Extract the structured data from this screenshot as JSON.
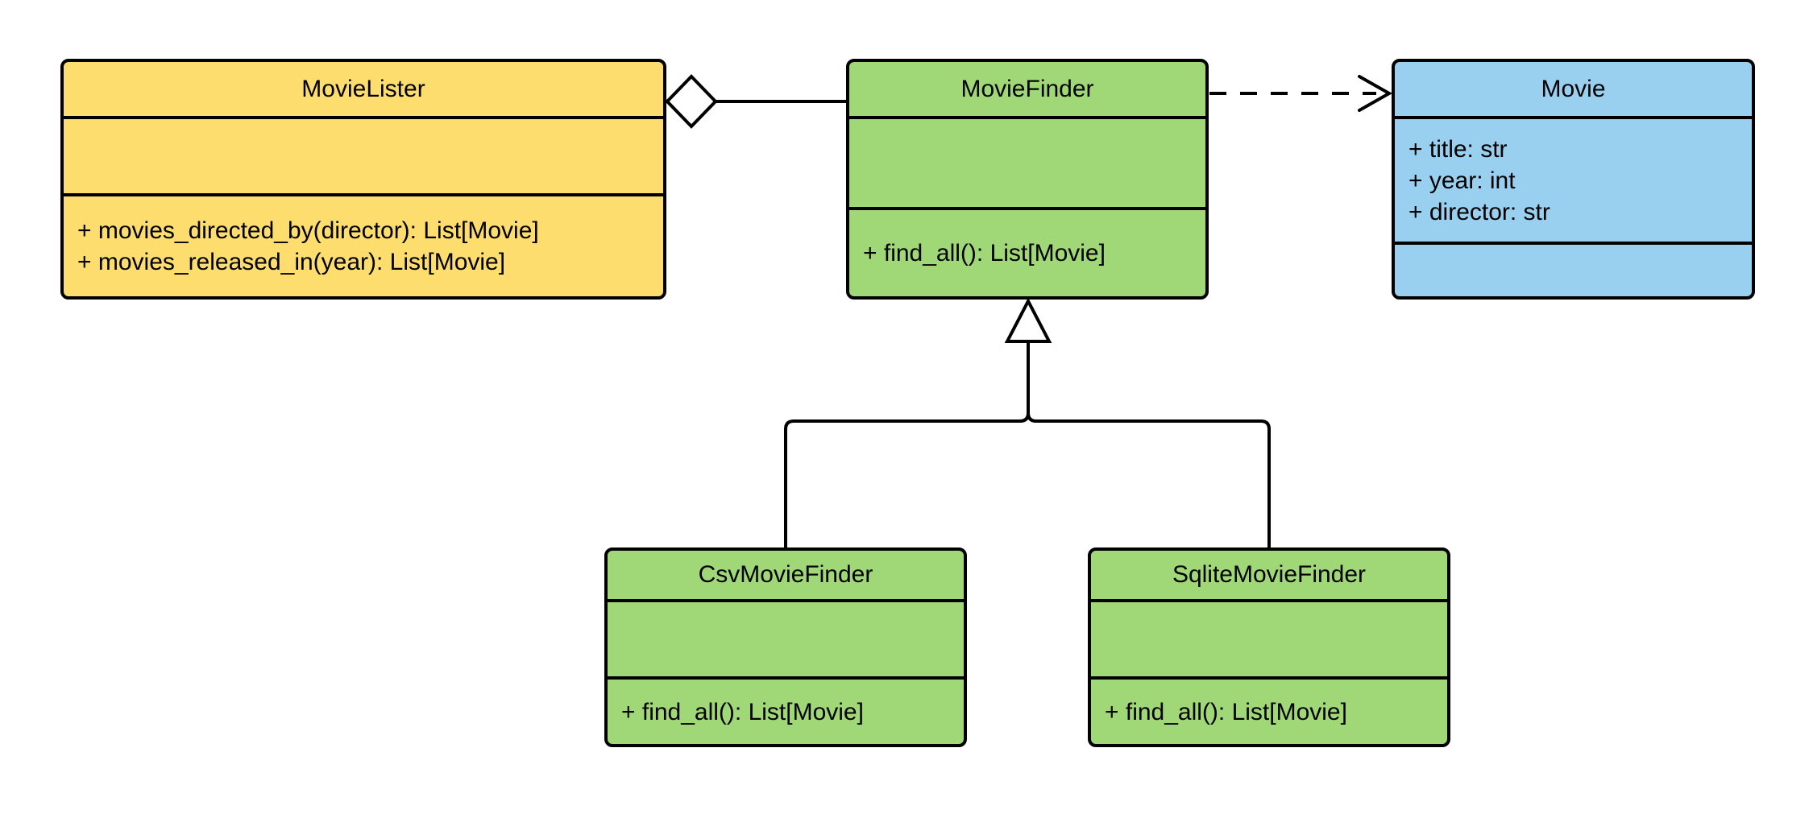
{
  "diagram_type": "UML class diagram",
  "colors": {
    "background": "#FFFFFF",
    "stroke": "#000000",
    "yellow": "#FCDD6E",
    "green": "#A0D878",
    "blue": "#99D0F0"
  },
  "classes": [
    {
      "name": "MovieLister",
      "fill": "#FCDD6E",
      "attributes": [],
      "methods": [
        "+ movies_directed_by(director): List[Movie]",
        "+ movies_released_in(year): List[Movie]"
      ]
    },
    {
      "name": "MovieFinder",
      "fill": "#A0D878",
      "attributes": [],
      "methods": [
        "+ find_all(): List[Movie]"
      ]
    },
    {
      "name": "Movie",
      "fill": "#99D0F0",
      "attributes": [
        "+ title: str",
        "+ year: int",
        "+ director: str"
      ],
      "methods": []
    },
    {
      "name": "CsvMovieFinder",
      "fill": "#A0D878",
      "attributes": [],
      "methods": [
        "+ find_all(): List[Movie]"
      ]
    },
    {
      "name": "SqliteMovieFinder",
      "fill": "#A0D878",
      "attributes": [],
      "methods": [
        "+ find_all(): List[Movie]"
      ]
    }
  ],
  "relationships": [
    {
      "type": "aggregation",
      "owner": "MovieLister",
      "part": "MovieFinder",
      "line": "solid",
      "marker": "hollow-diamond-at-owner"
    },
    {
      "type": "dependency",
      "from": "MovieFinder",
      "to": "Movie",
      "line": "dashed",
      "marker": "open-arrow-at-target"
    },
    {
      "type": "inheritance",
      "child": "CsvMovieFinder",
      "parent": "MovieFinder",
      "line": "solid",
      "marker": "hollow-triangle-at-parent"
    },
    {
      "type": "inheritance",
      "child": "SqliteMovieFinder",
      "parent": "MovieFinder",
      "line": "solid",
      "marker": "hollow-triangle-at-parent"
    }
  ]
}
